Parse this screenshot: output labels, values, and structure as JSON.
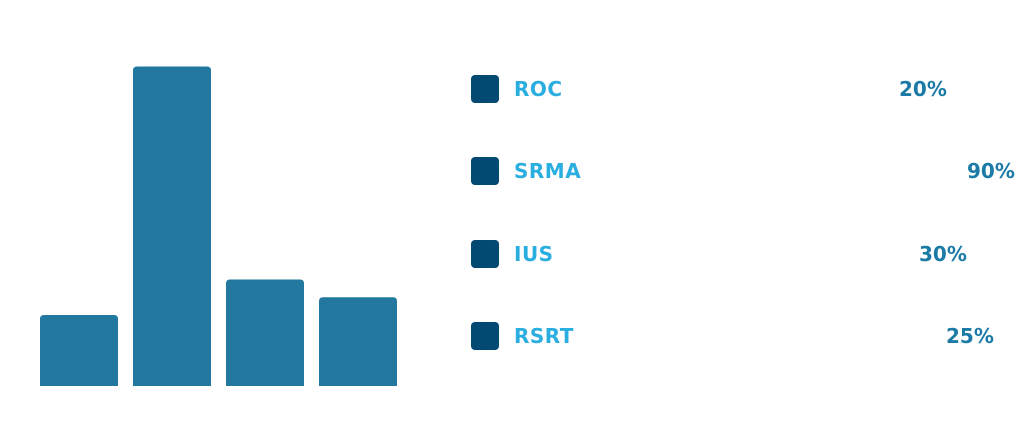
{
  "colors": {
    "bar": "#22789f",
    "swatch": "#034a72",
    "label": "#2aaee0",
    "value": "#1b7aa6"
  },
  "chart_data": {
    "type": "bar",
    "categories": [
      "ROC",
      "SRMA",
      "IUS",
      "RSRT"
    ],
    "values": [
      20,
      90,
      30,
      25
    ],
    "title": "",
    "xlabel": "",
    "ylabel": "",
    "ylim": [
      0,
      100
    ],
    "grid": false,
    "legend_position": "right"
  },
  "legend": [
    {
      "label": "ROC",
      "value": "20%"
    },
    {
      "label": "SRMA",
      "value": "90%"
    },
    {
      "label": "IUS",
      "value": "30%"
    },
    {
      "label": "RSRT",
      "value": "25%"
    }
  ]
}
